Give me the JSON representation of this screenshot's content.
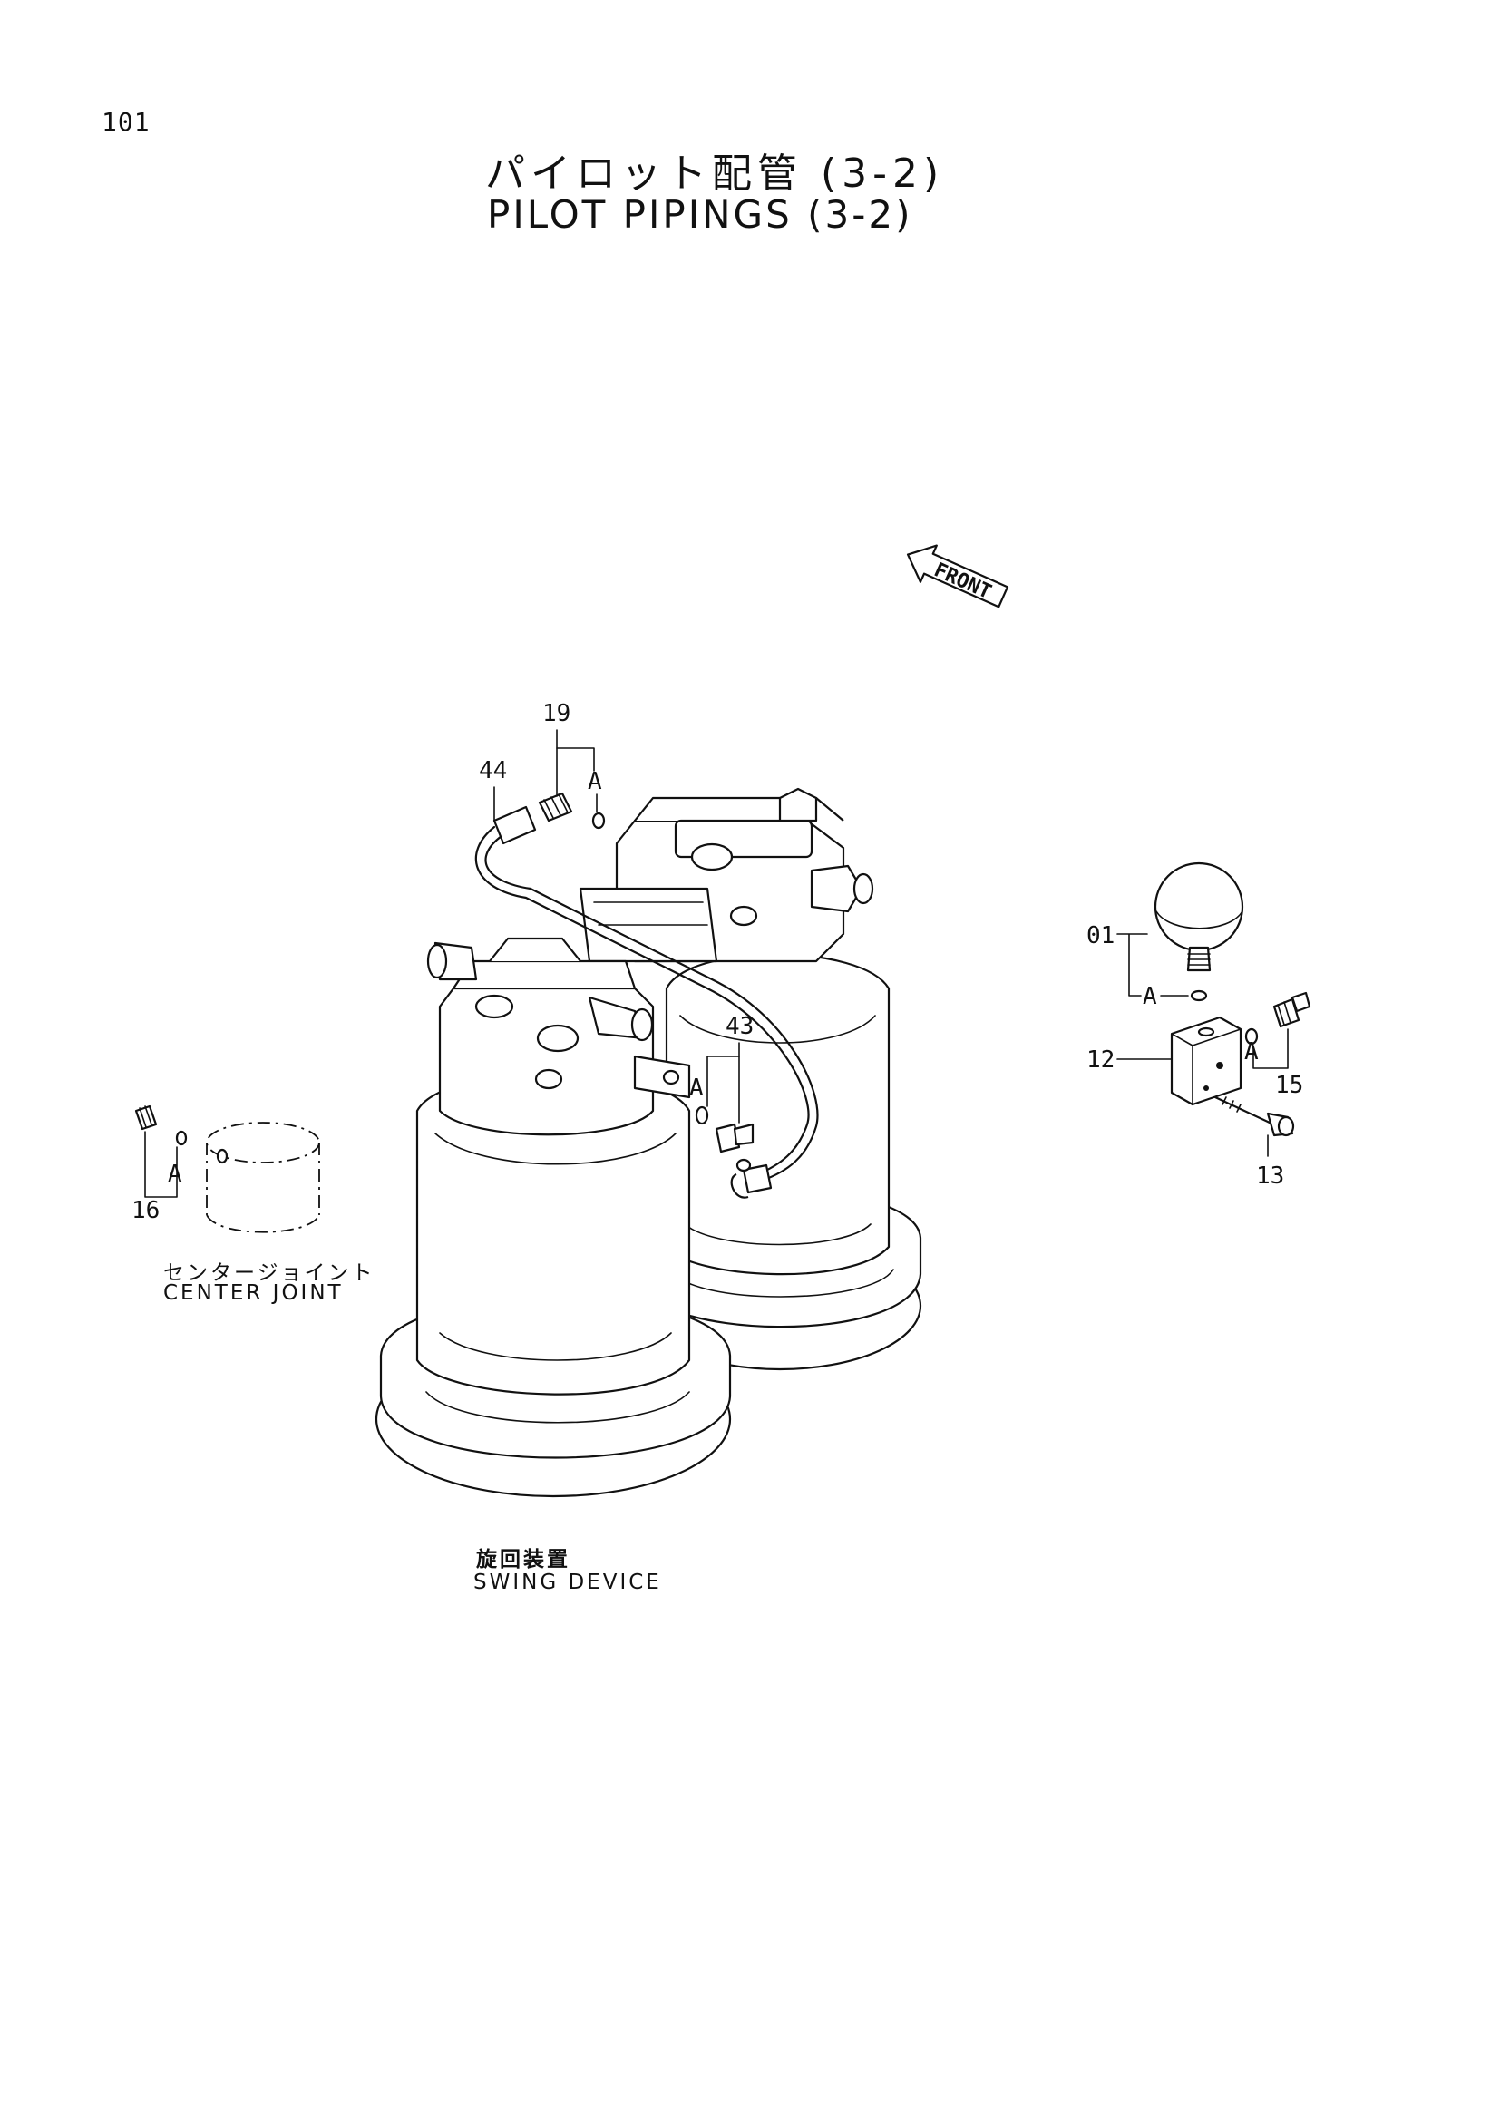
{
  "page_number": "101",
  "title_ja": "パイロット配管 (3-2)",
  "title_en": "PILOT PIPINGS (3-2)",
  "front_arrow_label": "FRONT",
  "callouts": {
    "c01": "01",
    "c12": "12",
    "c13": "13",
    "c15": "15",
    "c16": "16",
    "c19": "19",
    "c43": "43",
    "c44": "44"
  },
  "detail_marker": "A",
  "components": {
    "center_joint_ja": "センタージョイント",
    "center_joint_en": "CENTER JOINT",
    "swing_device_ja": "旋回装置",
    "swing_device_en": "SWING DEVICE"
  }
}
